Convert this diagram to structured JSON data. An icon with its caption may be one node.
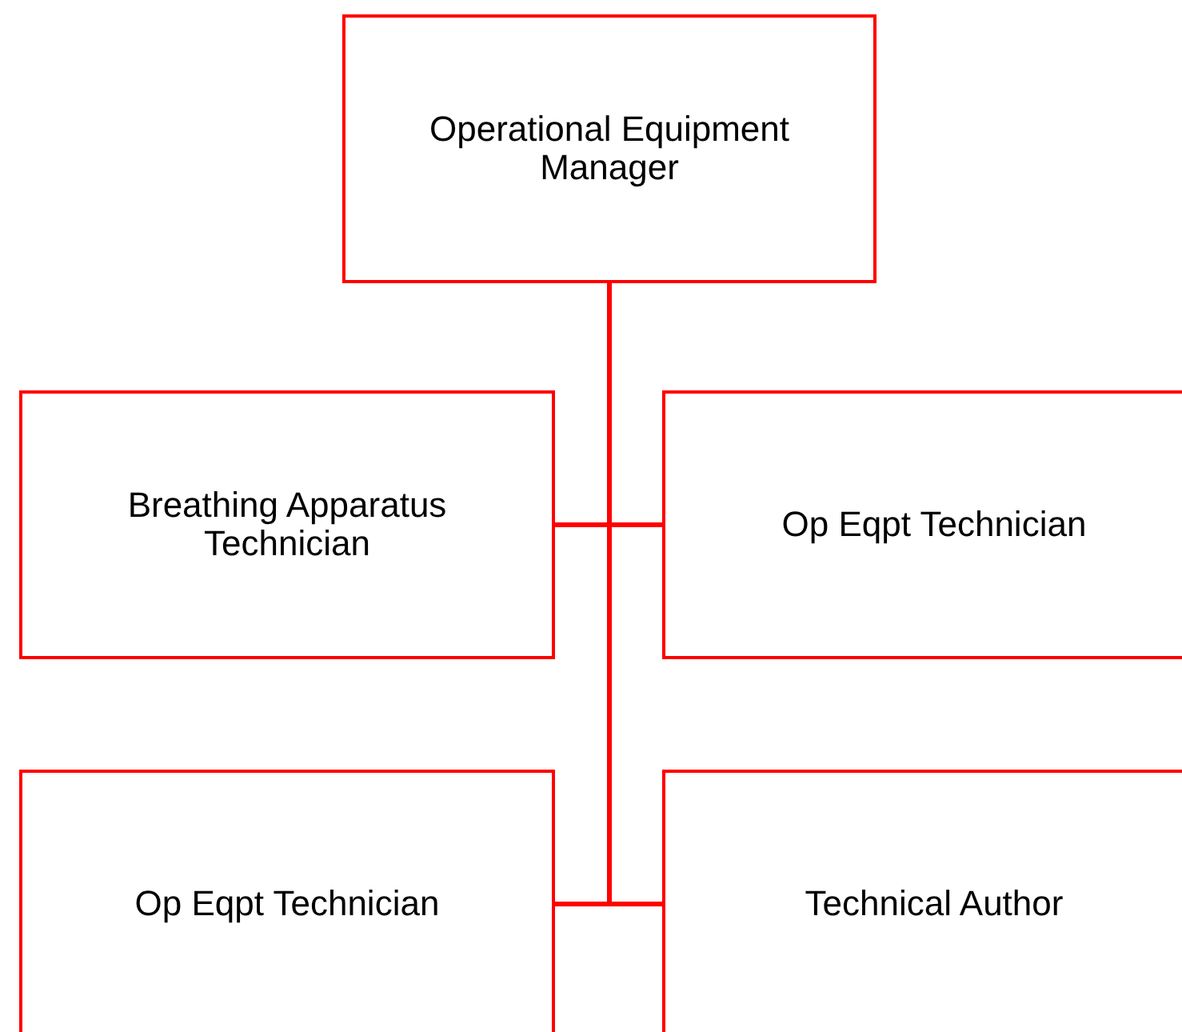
{
  "diagram": {
    "nodes": [
      {
        "text": [
          "Operational Equipment Manager"
        ]
      },
      {
        "text": [
          "Breathing Apparatus Technician"
        ]
      },
      {
        "text": [
          "Op Eqpt Technician"
        ]
      },
      {
        "text": [
          "Op Eqpt Technician"
        ]
      },
      {
        "text": [
          "Technical Author"
        ]
      }
    ],
    "edges": [
      {
        "from": 0,
        "to": 1,
        "arrow": "none"
      },
      {
        "from": 0,
        "to": 2,
        "arrow": "none"
      },
      {
        "from": 0,
        "to": 3,
        "arrow": "none"
      },
      {
        "from": 0,
        "to": 4,
        "arrow": "none"
      }
    ]
  }
}
